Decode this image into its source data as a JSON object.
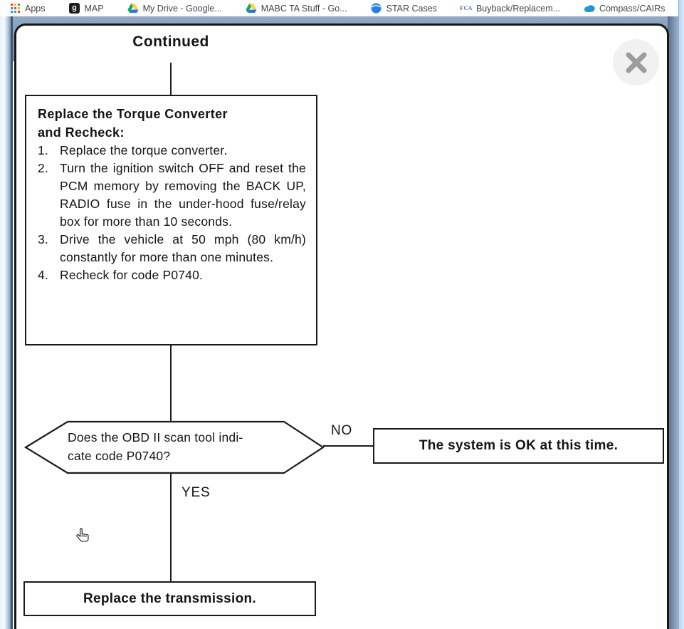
{
  "bookmarks": {
    "items": [
      {
        "label": "Apps",
        "icon": "apps-grid"
      },
      {
        "label": "MAP",
        "icon": "map-favicon"
      },
      {
        "label": "My Drive - Google...",
        "icon": "google-drive"
      },
      {
        "label": "MABC TA Stuff - Go...",
        "icon": "google-drive"
      },
      {
        "label": "STAR Cases",
        "icon": "globe"
      },
      {
        "label": "Buyback/Replacem...",
        "icon": "fca"
      },
      {
        "label": "Compass/CAIRs",
        "icon": "blue-cloud"
      }
    ],
    "overflow": "»"
  },
  "map_icon_glyph": "g",
  "fca_icon_text": "FCA",
  "flowchart": {
    "continued_label": "Continued",
    "instruction_box": {
      "heading_line1": "Replace the Torque Converter",
      "heading_line2": "and Recheck:",
      "steps": [
        {
          "num": "1.",
          "text": "Replace the torque converter."
        },
        {
          "num": "2.",
          "text": "Turn the ignition switch OFF and reset the PCM memory by removing the BACK UP, RADIO fuse in the under-hood fuse/relay box for more than 10 seconds."
        },
        {
          "num": "3.",
          "text": "Drive the vehicle at 50 mph (80 km/h) constantly for more than one minutes."
        },
        {
          "num": "4.",
          "text": "Recheck for code P0740."
        }
      ]
    },
    "decision": {
      "line1": "Does the OBD II scan tool indi-",
      "line2": "cate code P0740?"
    },
    "no_label": "NO",
    "yes_label": "YES",
    "no_result_box": "The system is OK at this time.",
    "end_box": "Replace the transmission."
  },
  "colors": {
    "steel_blue": "#7e96b5",
    "panel_border": "#161616",
    "flow_line": "#1c1c1c",
    "close_circle": "#f1f1f1",
    "close_x": "#9c9c9c",
    "bookmark_text": "#41464b"
  }
}
